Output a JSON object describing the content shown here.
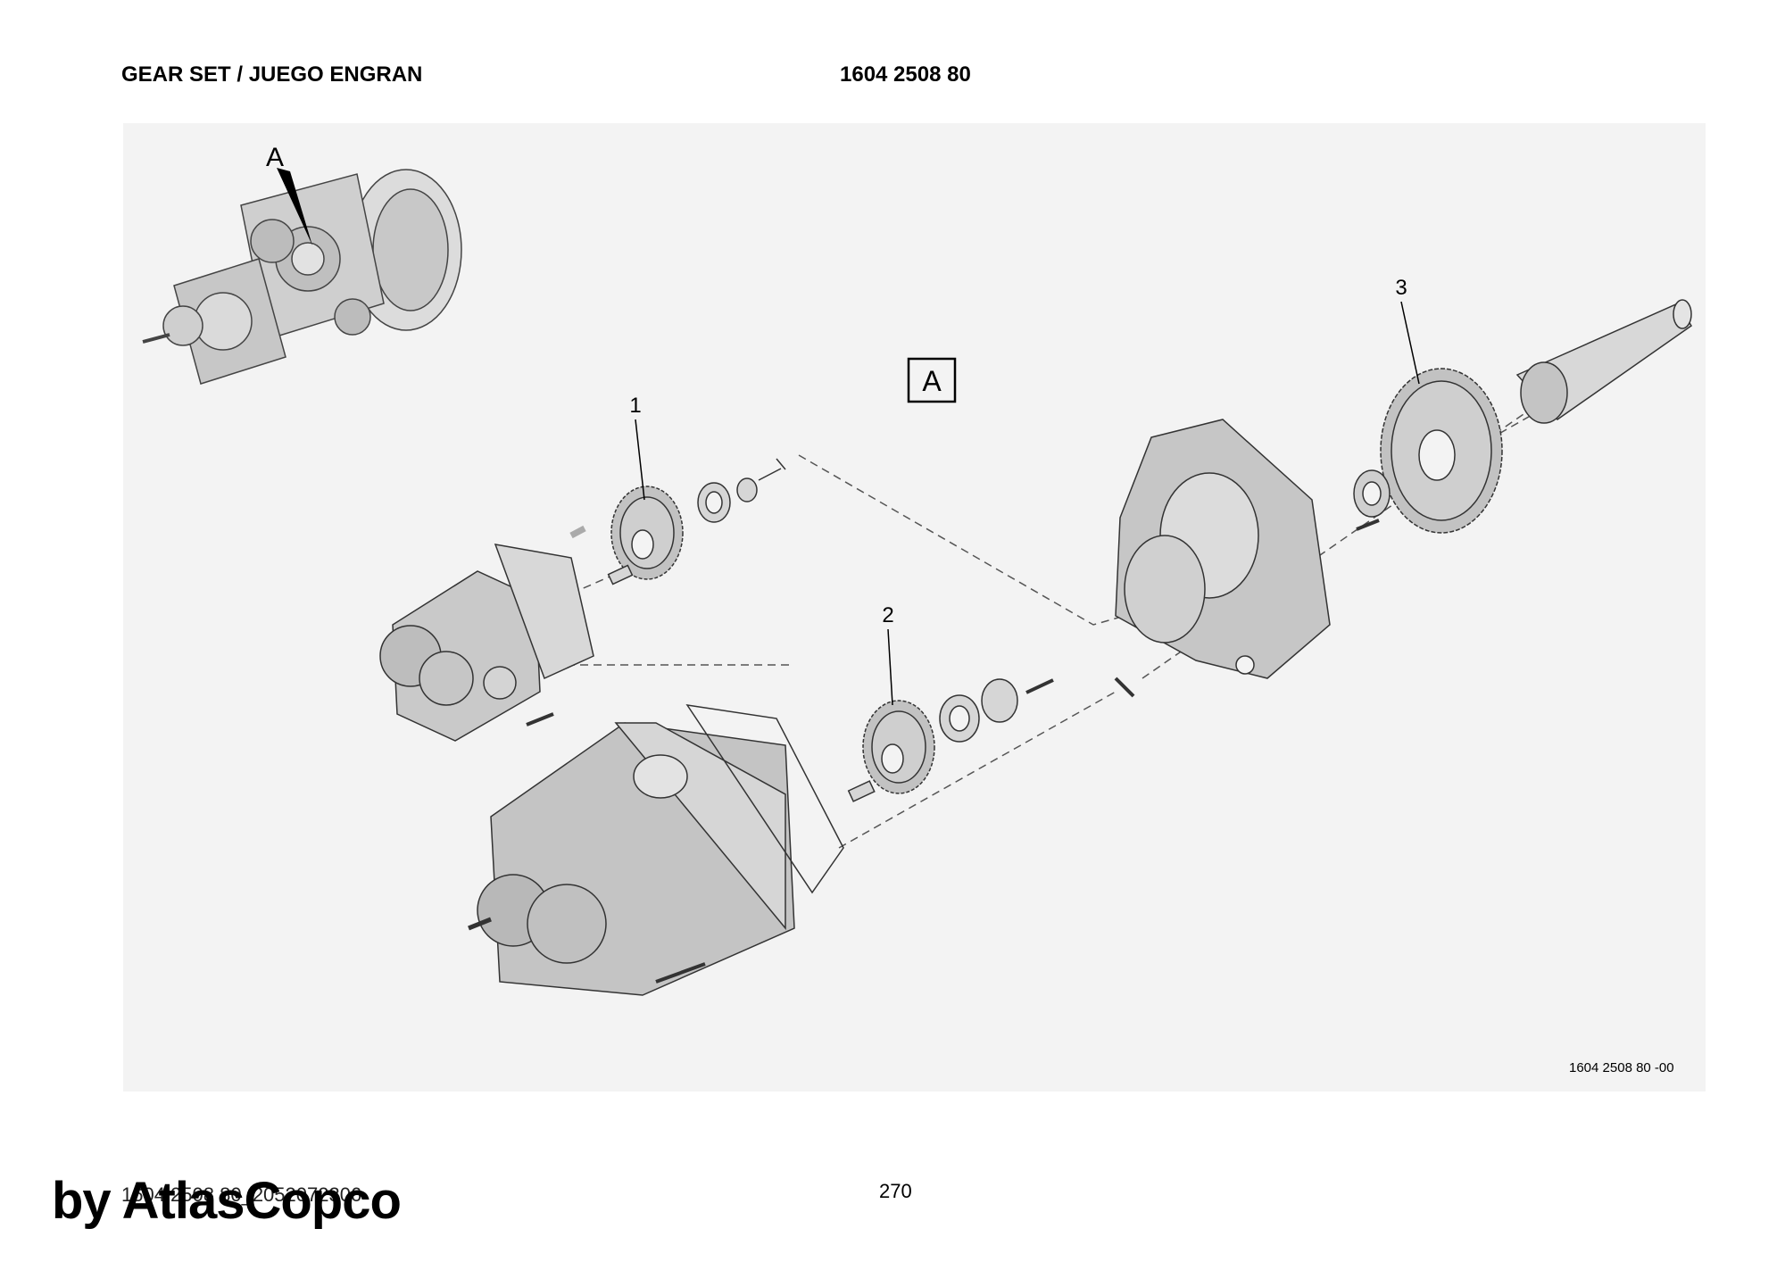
{
  "header": {
    "title": "GEAR SET / JUEGO ENGRAN",
    "part_number": "1604 2508 80"
  },
  "figure": {
    "detail_callout": "A",
    "detail_box_label": "A",
    "callouts": [
      "1",
      "2",
      "3"
    ],
    "figure_code": "1604 2508 80 -00"
  },
  "footer": {
    "document_code": "1604 2508 80_2052072306",
    "page_number": "270",
    "watermark": "by AtlasCopco"
  },
  "colors": {
    "panel": "#f3f3f3",
    "part_fill": "#cfcfcf",
    "part_stroke": "#333333"
  }
}
